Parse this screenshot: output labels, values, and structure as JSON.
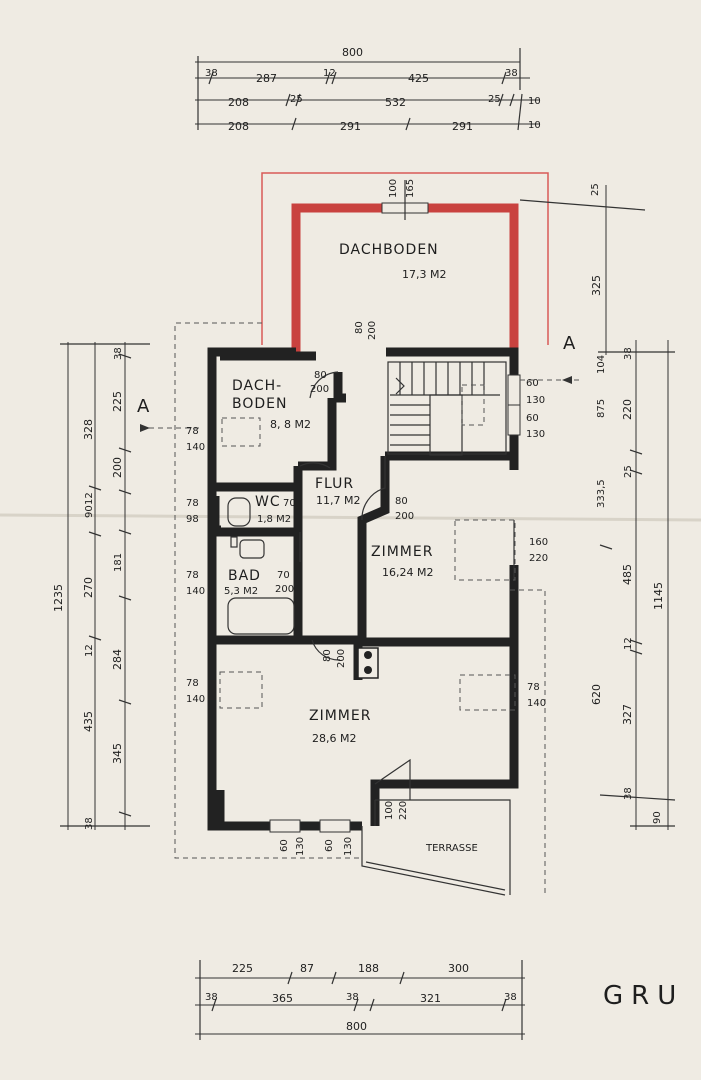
{
  "drawing_title": "GRU",
  "section_marker": "A",
  "rooms": {
    "dachboden_main": {
      "name": "DACHBODEN",
      "area": "17,3 M2"
    },
    "dachboden_small_1": {
      "name": "DACH-"
    },
    "dachboden_small_2": {
      "name": "BODEN",
      "area": "8, 8 M2"
    },
    "flur": {
      "name": "FLUR",
      "area": "11,7 M2"
    },
    "wc": {
      "name": "WC",
      "area": "1,8 M2"
    },
    "bad": {
      "name": "BAD",
      "area": "5,3 M2"
    },
    "zimmer_small": {
      "name": "ZIMMER",
      "area": "16,24 M2"
    },
    "zimmer_large": {
      "name": "ZIMMER",
      "area": "28,6 M2"
    },
    "terrasse": {
      "name": "TERRASSE"
    }
  },
  "dims_top": {
    "total": "800",
    "r1": [
      "38",
      "287",
      "12",
      "425",
      "38"
    ],
    "r2": [
      "208",
      "25",
      "532",
      "25",
      "10"
    ],
    "r3": [
      "208",
      "291",
      "291",
      "10"
    ]
  },
  "dims_bottom": {
    "r1": [
      "225",
      "87",
      "188",
      "300"
    ],
    "r2": [
      "38",
      "365",
      "38",
      "321",
      "38"
    ],
    "total": "800"
  },
  "dims_left": {
    "total": "1235",
    "outer": [
      "328",
      "12",
      "270",
      "12",
      "435"
    ],
    "inner": [
      "38",
      "225",
      "200",
      "90",
      "181",
      "284",
      "345",
      "38"
    ]
  },
  "dims_right": {
    "top": [
      "25",
      "325"
    ],
    "upper": [
      "38",
      "104",
      "875",
      "25",
      "333,5"
    ],
    "mid": [
      "220",
      "485",
      "12",
      "620",
      "327",
      "38"
    ],
    "total": "1145",
    "bottom": "90"
  },
  "openings": {
    "t100": "100",
    "t165": "165",
    "d80": "80",
    "d200": "200",
    "w60": "60",
    "w130": "130",
    "w78": "78",
    "w140": "140",
    "w98": "98",
    "w70": "70",
    "d160": "160",
    "d220": "220"
  }
}
